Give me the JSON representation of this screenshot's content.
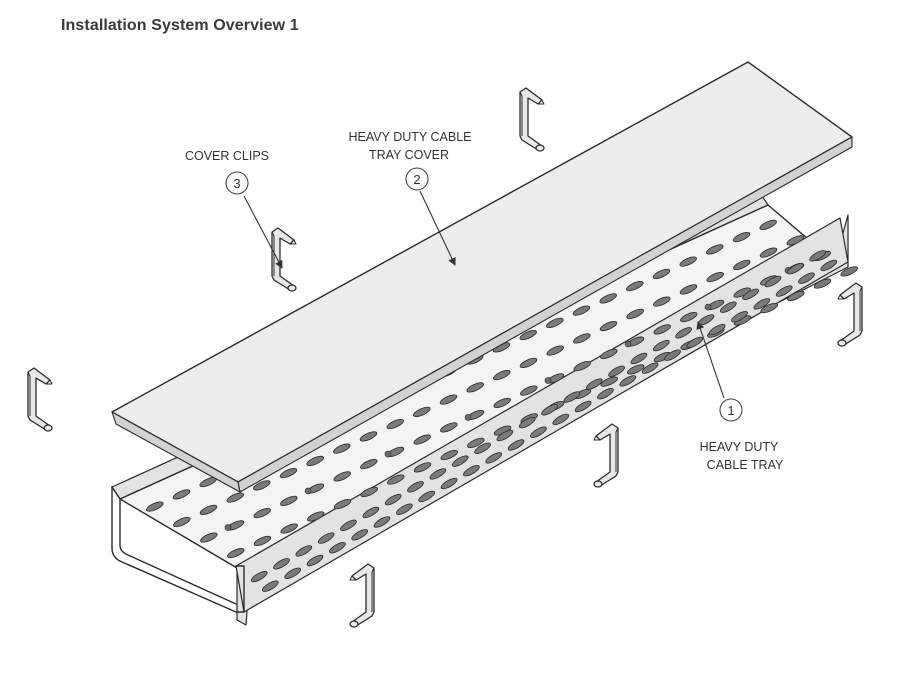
{
  "title": "Installation System Overview 1",
  "callouts": [
    {
      "number": "1",
      "lines": [
        "HEAVY DUTY",
        "CABLE TRAY"
      ]
    },
    {
      "number": "2",
      "lines": [
        "HEAVY DUTY CABLE",
        "TRAY COVER"
      ]
    },
    {
      "number": "3",
      "lines": [
        "COVER CLIPS"
      ]
    }
  ]
}
